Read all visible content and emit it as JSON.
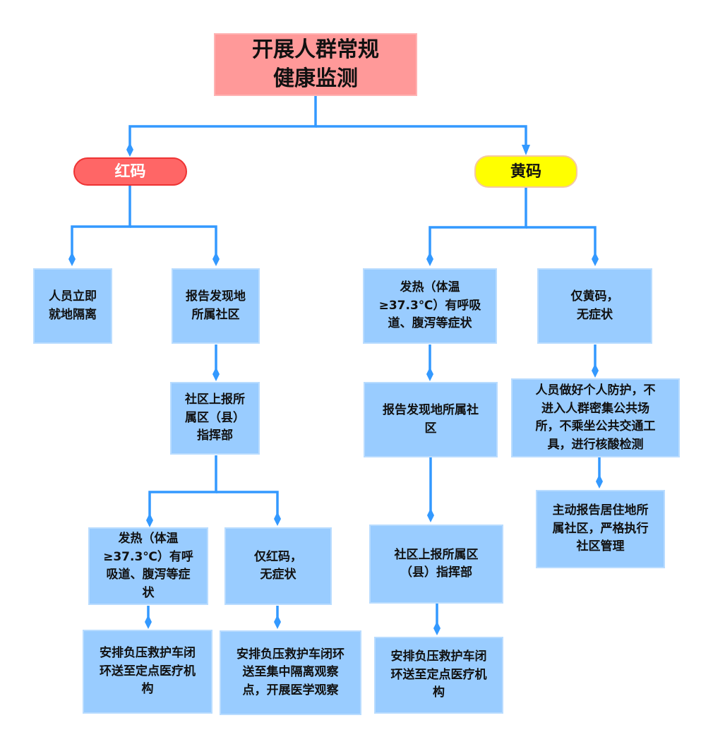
{
  "diagram": {
    "root": {
      "label": "开展人群常规\n健康监测"
    },
    "red_code": {
      "label": "红码",
      "immediate_isolation": "人员立即\n就地隔离",
      "report_community": "报告发现地\n所属社区",
      "community_report_hq": "社区上报所\n属区（县）\n指挥部",
      "fever_symptoms": "发热（体温\n≥37.3℃）有呼\n吸道、腹泻等症\n状",
      "red_only": "仅红码，\n无症状",
      "transfer_hospital": "安排负压救护车闭\n环送至定点医疗机\n构",
      "transfer_isolation": "安排负压救护车闭环\n送至集中隔离观察\n点，开展医学观察"
    },
    "yellow_code": {
      "label": "黄码",
      "fever_symptoms": "发热（体温\n≥37.3℃）有呼吸\n道、腹泻等症状",
      "yellow_only": "仅黄码，\n无症状",
      "report_community": "报告发现地所属社\n区",
      "personal_protection": "人员做好个人防护，不\n进入人群密集公共场\n所，不乘坐公共交通工\n具，进行核酸检测",
      "community_report_hq": "社区上报所属区\n（县）指挥部",
      "self_report": "主动报告居住地所\n属社区，严格执行\n社区管理",
      "transfer_hospital": "安排负压救护车闭\n环送至定点医疗机\n构"
    },
    "colors": {
      "connector": "#3399ff",
      "box_fill": "#99ccff",
      "root_fill": "#ff9999",
      "red_pill": "#ff6666",
      "yellow_pill": "#ffff00"
    }
  }
}
